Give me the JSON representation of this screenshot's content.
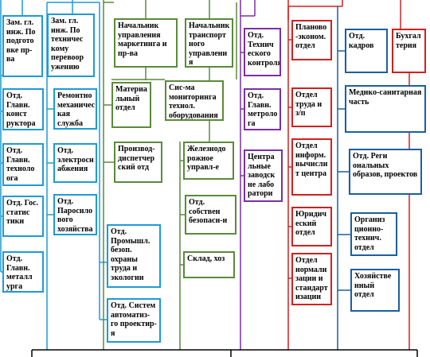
{
  "colors": {
    "blue": "#1e9ad6",
    "green": "#5a8a3a",
    "purple": "#7b2fa8",
    "red": "#d02020",
    "darkblue": "#1a5fa0",
    "black": "#000000"
  },
  "boxes": {
    "zam1": "Зам. гл. инж. По подгото вке пр-ва",
    "zam2": "Зам. гл. инж. По техничес кому перевоор ужению",
    "nach_mark": "Начальник управления маркетинга и пр-ва",
    "nach_trans": "Начальник транспорт ного управлени я",
    "tech_control": "Отд. Технич еского контроля",
    "planovo": "Планово -эконом. отдел",
    "kadry": "Отд. кадров",
    "buh": "Бухгал терия",
    "konstr": "Отд. Главн. конст руктора",
    "remont": "Ремонтно механичес кая служба",
    "mat_otd": "Материа льный отдел",
    "sis_mon": "Сис-ма мониторинга технол. оборудования",
    "metrolog": "Отд. Главн. метроло га",
    "trud": "Отдел труда и з/п",
    "med": "Медико-санитарная часть",
    "tehnolog": "Отд. Главн. техноло ога",
    "elektro": "Отд. электросн абжения",
    "disp": "Производ-диспетчер ский отд",
    "zhd": "Железнодо рожное управл-е",
    "zav_lab": "Центра льные заводск не лабо ратори",
    "inform": "Отдел информ. вычисли т центра",
    "regional": "Отд. Реги ональных образов, проектов",
    "gos": "Отд. Гос. статис тики",
    "par": "Отд. Паросило вого хозяйства",
    "bezop_sob": "Отд. собствен безопаси-и",
    "yur": "Юридич еский отдел",
    "org_tech": "Организ ционно-технич. отдел",
    "metallurg": "Отд. Главн. металл урга",
    "prom_bez": "Отд. Промышл. безоп. охраны труда и экологии",
    "sklad": "Склад, хоз",
    "normal": "Отдел нормали зации и стандарт изации",
    "hoz": "Хозяйстве нный отдел",
    "avtomat": "Отд. Систем автоматиз-го проектир-я"
  }
}
